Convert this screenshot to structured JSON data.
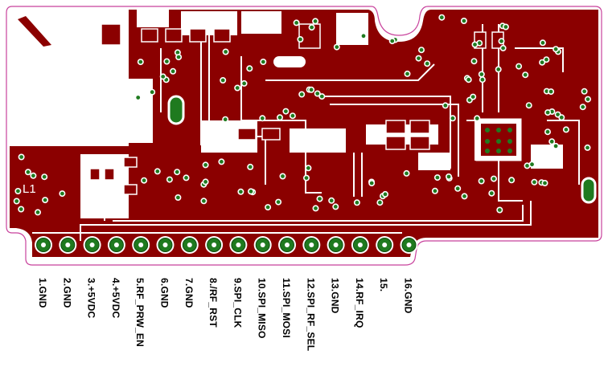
{
  "board": {
    "silkscreen_label": "L1",
    "colors": {
      "copper": "#8b0000",
      "board_edge": "#c8429c",
      "trace_gap": "#ffffff",
      "pad": "#1f7a1f",
      "pad_ring": "#0e4a0e",
      "background": "#ffffff"
    }
  },
  "header": {
    "pins": [
      {
        "label": "1.GND"
      },
      {
        "label": "2.GND"
      },
      {
        "label": "3.+5VDC"
      },
      {
        "label": "4.+5VDC"
      },
      {
        "label": "5.RF_PRW_EN"
      },
      {
        "label": "6.GND"
      },
      {
        "label": "7.GND"
      },
      {
        "label": "8./RF_RST"
      },
      {
        "label": "9.SPI_CLK"
      },
      {
        "label": "10.SPI_MISO"
      },
      {
        "label": "11.SPI_MOSI"
      },
      {
        "label": "12.SPI_RF_SEL"
      },
      {
        "label": "13.GND"
      },
      {
        "label": "14.RF_IRQ"
      },
      {
        "label": "15."
      },
      {
        "label": "16.GND"
      }
    ]
  }
}
